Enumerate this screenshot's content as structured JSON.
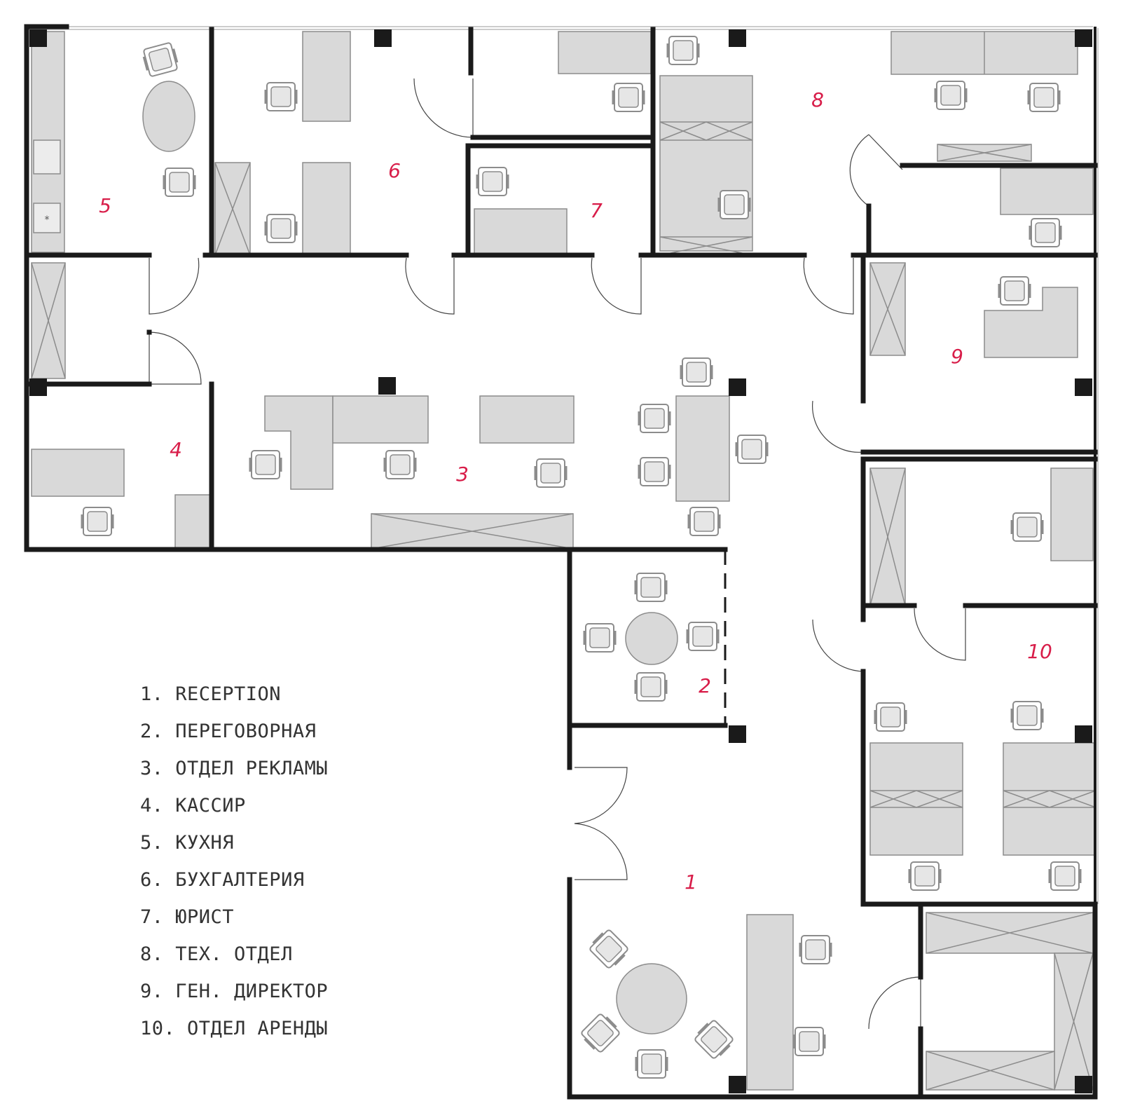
{
  "colors": {
    "wall": "#1a1a1a",
    "furniture_fill": "#d9d9d9",
    "furniture_stroke": "#8c8c8c",
    "room_number": "#d81d49",
    "legend_text": "#333333"
  },
  "rooms": [
    {
      "number": "1",
      "name": "RECEPTION"
    },
    {
      "number": "2",
      "name": "ПЕРЕГОВОРНАЯ"
    },
    {
      "number": "3",
      "name": "ОТДЕЛ РЕКЛАМЫ"
    },
    {
      "number": "4",
      "name": "КАССИР"
    },
    {
      "number": "5",
      "name": "КУХНЯ"
    },
    {
      "number": "6",
      "name": "БУХГАЛТЕРИЯ"
    },
    {
      "number": "7",
      "name": "ЮРИСТ"
    },
    {
      "number": "8",
      "name": "ТЕХ. ОТДЕЛ"
    },
    {
      "number": "9",
      "name": "ГЕН. ДИРЕКТОР"
    },
    {
      "number": "10",
      "name": "ОТДЕЛ АРЕНДЫ"
    }
  ],
  "legend": [
    "1. RECEPTION",
    "2. ПЕРЕГОВОРНАЯ",
    "3. ОТДЕЛ РЕКЛАМЫ",
    "4. КАССИР",
    "5. КУХНЯ",
    "6. БУХГАЛТЕРИЯ",
    "7. ЮРИСТ",
    "8. ТЕХ. ОТДЕЛ",
    "9. ГЕН. ДИРЕКТОР",
    "10. ОТДЕЛ АРЕНДЫ"
  ]
}
